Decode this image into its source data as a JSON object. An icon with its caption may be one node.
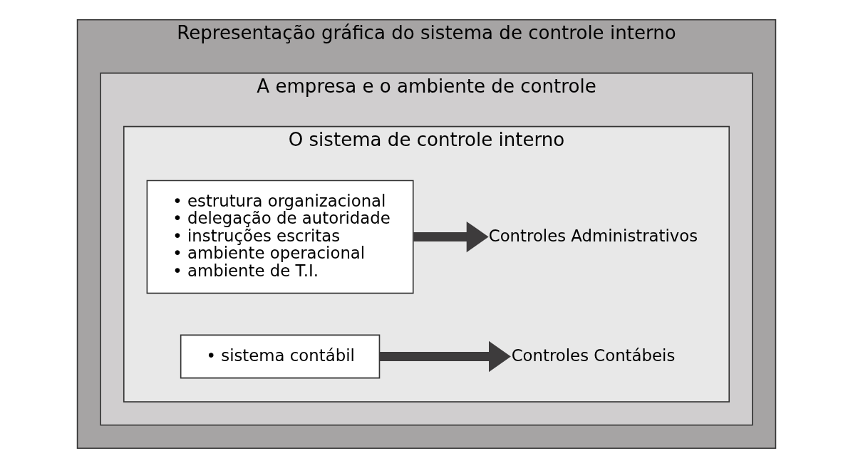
{
  "diagram": {
    "nodes": [
      {
        "text": [
          "Representação gráfica do sistema de controle interno"
        ]
      },
      {
        "text": [
          "A empresa e o ambiente de controle"
        ],
        "in": 0
      },
      {
        "text": [
          "O sistema de controle interno"
        ],
        "in": 1
      },
      {
        "text": [
          "• estrutura organizacional",
          "• delegação de autoridade",
          "• instruções escritas",
          "• ambiente operacional",
          "• ambiente de T.I."
        ],
        "in": 2
      },
      {
        "text": [
          "• sistema contábil"
        ],
        "in": 2
      },
      {
        "text": [
          "Controles Administrativos"
        ],
        "in": 2
      },
      {
        "text": [
          "Controles Contábeis"
        ],
        "in": 2
      }
    ],
    "edges": [
      {
        "from": 3,
        "to": 5,
        "arrow": "to"
      },
      {
        "from": 4,
        "to": 6,
        "arrow": "to"
      }
    ]
  }
}
